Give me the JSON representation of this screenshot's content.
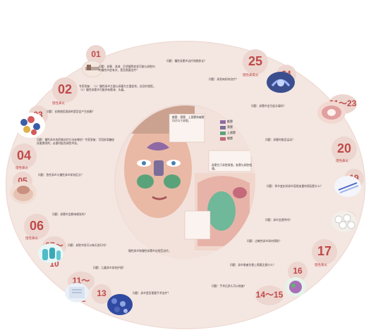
{
  "numbers": {
    "n01": "01",
    "n02": "02",
    "n03": "03",
    "n04": "04",
    "n05": "05",
    "n06": "06",
    "n07": "07～10",
    "n11": "11～12",
    "n13": "13",
    "n14": "14～15",
    "n16": "16",
    "n17": "17",
    "n18": "18",
    "n19": "19",
    "n20": "20",
    "n21": "21～23",
    "n24": "24",
    "n25": "25"
  },
  "captions": {
    "c02": "慢性鼻炎",
    "c04": "慢性鼻炎",
    "c06": "慢性鼻炎",
    "c20": "慢性鼻炎",
    "c25": "慢性鼻窦炎",
    "c17": "慢性鼻炎"
  },
  "legend": [
    {
      "label": "额窦",
      "color": "#8f6aa5"
    },
    {
      "label": "筛窦",
      "color": "#7b6f9a"
    },
    {
      "label": "上颌窦",
      "color": "#5aa37a"
    },
    {
      "label": "蝶窦",
      "color": "#c46a7a"
    }
  ],
  "blocks": {
    "b01": "问题：鼻塞、流涕、打喷嚏等症状可能与鼻腔内的慢性炎症有关，是否需要治疗？",
    "b02": "专家答复：（1）慢性鼻炎主要以鼻塞为主要症状，应及时就医。（2）慢性鼻窦炎可能伴有脓涕、头痛。",
    "b03": "问题：长期使用滴鼻剂是否会产生依赖？",
    "b04": "问题：慢性鼻炎的药物治疗方法有哪些？专家答复：可用鼻用糖皮质激素喷剂，必要时配合鼻腔冲洗。",
    "b05": "问题：急性鼻炎与慢性鼻炎如何区分？",
    "b06": "问题：鼻窦炎会影响嗅觉吗？",
    "b07": "问题：鼻腔冲洗可以每天进行吗？",
    "b11": "问题：儿童鼻炎如何护理？",
    "b13": "问题：鼻炎是否需要手术治疗？",
    "b14": "问题：手术后多久可以恢复？",
    "b16": "问题：鼻炎患者饮食上需要注意什么？",
    "b17": "问题：过敏性鼻炎如何预防？",
    "b18": "问题：鼻炎会遗传吗？",
    "b19": "问题：季节变化时鼻炎容易加重的原因是什么？",
    "b20": "问题：鼻塞时能否运动？",
    "b21": "问题：鼻窦炎会引起头痛吗？",
    "b24": "问题：鼻息肉如何治疗？",
    "b25": "问题：慢性鼻窦炎治疗周期多长？",
    "center_left": "额窦、筛窦、上颌窦和蝶窦均开口于鼻腔。",
    "center_right": "鼻窦位于鼻腔周围，各窦与鼻腔相通。",
    "center_bottom": "慢性鼻炎和慢性鼻窦炎应规范治疗。"
  }
}
